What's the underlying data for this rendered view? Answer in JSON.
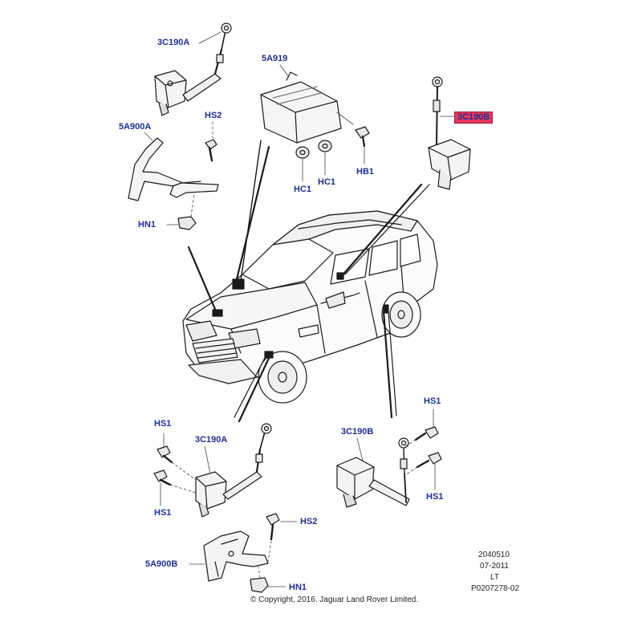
{
  "callouts": {
    "c3c190a_top": "3C190A",
    "c5a919": "5A919",
    "c3c190b_top": "3C190B",
    "c5a900a": "5A900A",
    "hs2_top": "HS2",
    "hc1_left": "HC1",
    "hc1_right": "HC1",
    "hb1": "HB1",
    "hn1_top": "HN1",
    "hs1_left_top": "HS1",
    "c3c190a_bottom": "3C190A",
    "hs1_left_bottom": "HS1",
    "hs2_bottom": "HS2",
    "c5a900b": "5A900B",
    "hn1_bottom": "HN1",
    "hs1_right_top": "HS1",
    "c3c190b_bottom": "3C190B",
    "hs1_right_bottom": "HS1"
  },
  "highlight_color": "#e8365d",
  "label_color": "#1f2f8f",
  "meta": {
    "code": "2040510",
    "date": "07-2011",
    "lt": "LT",
    "ref": "P0207278-02"
  },
  "copyright": "© Copyright, 2016. Jaguar Land Rover Limited."
}
